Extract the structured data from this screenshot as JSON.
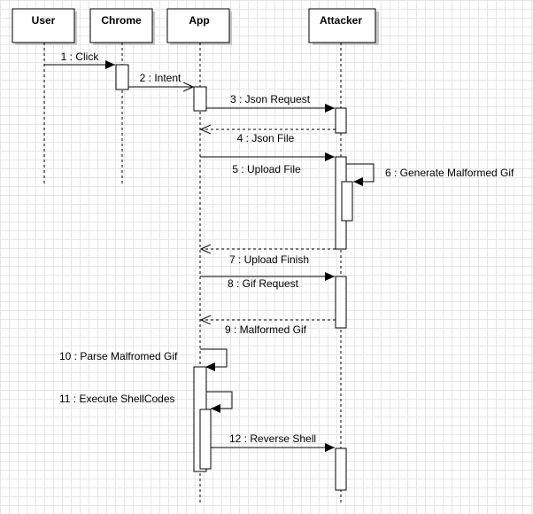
{
  "participants": {
    "user": "User",
    "chrome": "Chrome",
    "app": "App",
    "attacker": "Attacker"
  },
  "messages": [
    {
      "id": 1,
      "label": "1 : Click",
      "kind": "sync"
    },
    {
      "id": 2,
      "label": "2 : Intent",
      "kind": "async"
    },
    {
      "id": 3,
      "label": "3 : Json Request",
      "kind": "sync"
    },
    {
      "id": 4,
      "label": "4 : Json File",
      "kind": "return"
    },
    {
      "id": 5,
      "label": "5 : Upload File",
      "kind": "sync"
    },
    {
      "id": 6,
      "label": "6 : Generate Malformed Gif",
      "kind": "self"
    },
    {
      "id": 7,
      "label": "7 : Upload Finish",
      "kind": "return"
    },
    {
      "id": 8,
      "label": "8 : Gif Request",
      "kind": "sync"
    },
    {
      "id": 9,
      "label": "9 : Malformed Gif",
      "kind": "return"
    },
    {
      "id": 10,
      "label": "10 : Parse Malfromed Gif",
      "kind": "self"
    },
    {
      "id": 11,
      "label": "11 : Execute ShellCodes",
      "kind": "self"
    },
    {
      "id": 12,
      "label": "12 : Reverse Shell",
      "kind": "sync"
    }
  ]
}
